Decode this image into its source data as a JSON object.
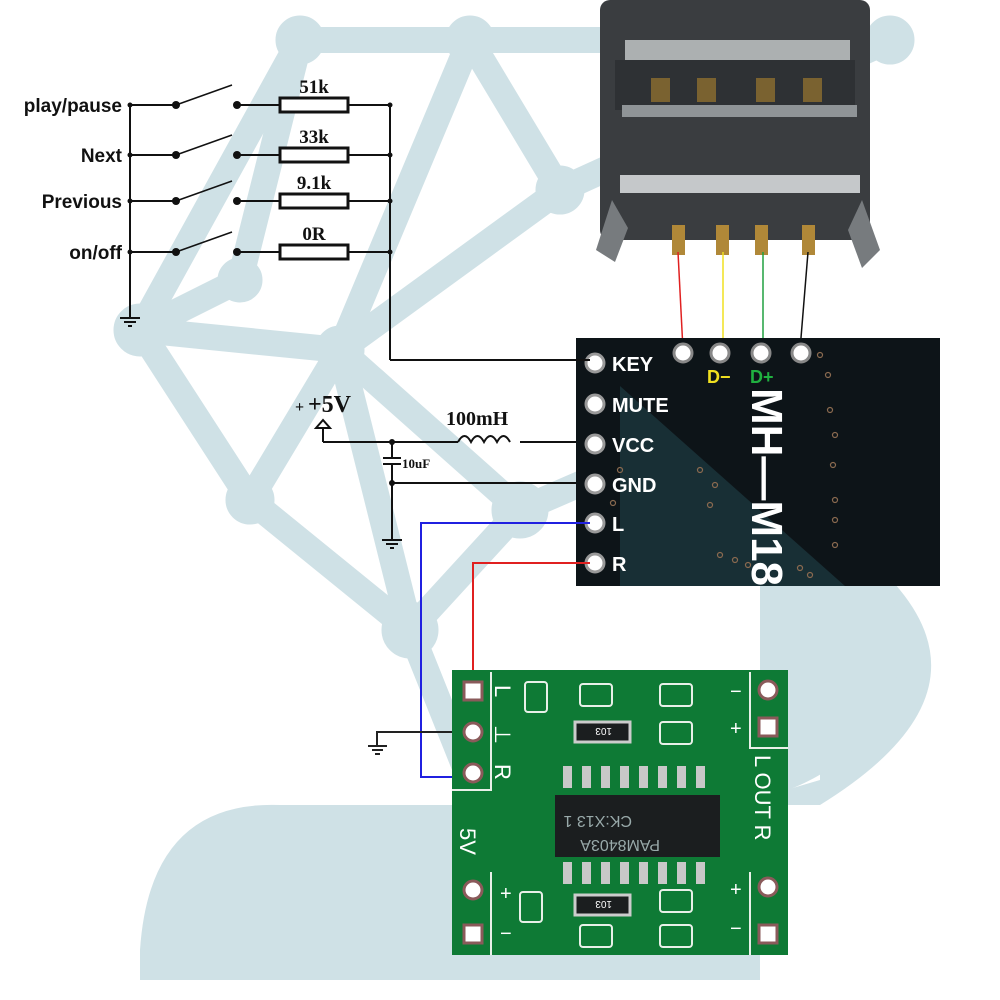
{
  "switches": [
    {
      "label": "play/pause",
      "resistor": "51k"
    },
    {
      "label": "Next",
      "resistor": "33k"
    },
    {
      "label": "Previous",
      "resistor": "9.1k"
    },
    {
      "label": "on/off",
      "resistor": "0R"
    }
  ],
  "power": {
    "supply": "+5V",
    "inductor": "100mH",
    "capacitor": "10uF"
  },
  "mh_m18": {
    "name": "MH—M18",
    "pins": [
      "KEY",
      "MUTE",
      "VCC",
      "GND",
      "L",
      "R"
    ],
    "usb_pins": [
      "D−",
      "D+"
    ]
  },
  "amp": {
    "chip": "PAM8403A",
    "chip_code": "CK:X13 1",
    "resistor_code": "103",
    "input_labels": [
      "L",
      "⊥",
      "R"
    ],
    "power_label": "5V",
    "out_label": "L OUT R",
    "signs": [
      "−",
      "+",
      "+",
      "−"
    ]
  },
  "colors": {
    "watermark": "#cfe1e6",
    "wire_red": "#e02020",
    "wire_yellow": "#f0e020",
    "wire_green": "#20a040",
    "wire_blue": "#2020e0",
    "pcb_black": "#0d1418",
    "pcb_green": "#0e7a35",
    "usb_body": "#3a3d40",
    "usb_gold": "#b08838"
  }
}
